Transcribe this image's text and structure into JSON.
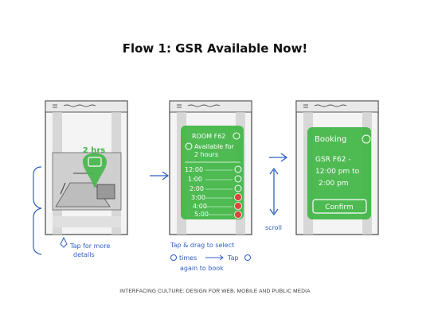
{
  "title": "Flow 1: GSR Available Now!",
  "footer": "INTERFACING CULTURE: DESIGN FOR WEB, MOBILE AND PUBLIC MEDIA",
  "screen1": {
    "badge": "2 hrs"
  },
  "screen2": {
    "room": "ROOM F62",
    "availability": [
      "Available for",
      "2 hours"
    ],
    "times": [
      "12:00",
      "1:00",
      "2:00",
      "3:00",
      "4:00",
      "5:00"
    ]
  },
  "screen3": {
    "heading": "Booking",
    "room": "GSR F62 -",
    "time_from": "12:00 pm to",
    "time_to": "2:00 pm",
    "confirm": "Confirm"
  },
  "annotations": {
    "tap_more": [
      "Tap for more",
      "details"
    ],
    "drag_select": [
      "Tap & drag to select",
      "times",
      "Tap",
      "again to book"
    ],
    "scroll": "scroll"
  },
  "colors": {
    "green": "#45b649",
    "ink": "#2f5fc4",
    "frame": "#555555",
    "red": "#d9453b"
  }
}
